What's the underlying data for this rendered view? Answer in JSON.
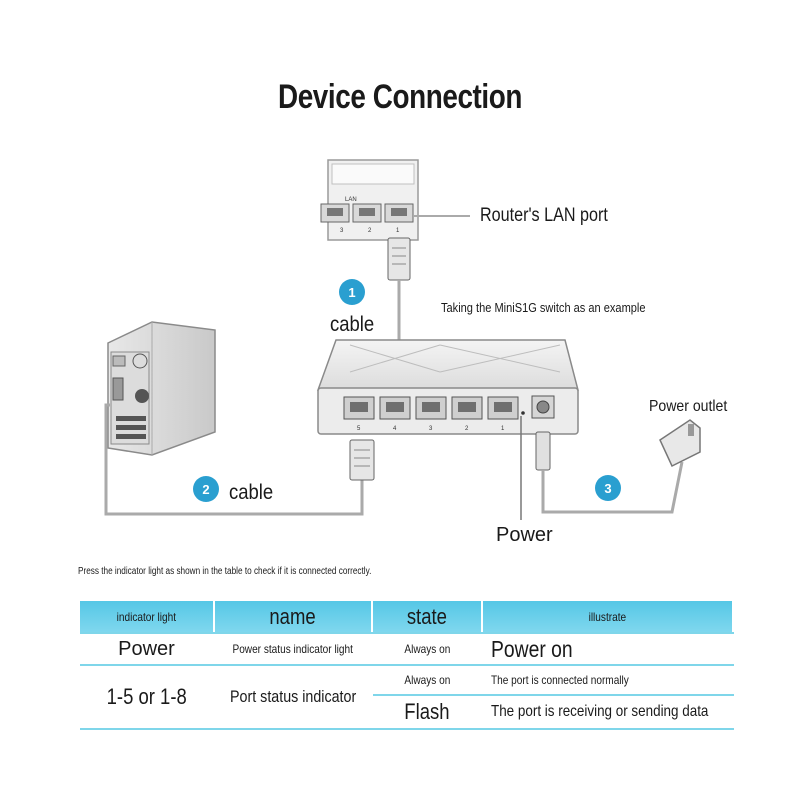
{
  "title": "Device Connection",
  "diagram": {
    "router_port_label": "Router's LAN port",
    "example_note": "Taking the MiniS1G switch as an example",
    "cable_label_1": "cable",
    "cable_label_2": "cable",
    "power_outlet_label": "Power outlet",
    "power_label": "Power",
    "steps": [
      "1",
      "2",
      "3"
    ],
    "router_panel_text": "LAN",
    "router_port_numbers": [
      "3",
      "2",
      "1"
    ],
    "switch_port_numbers": [
      "5",
      "4",
      "3",
      "2",
      "1"
    ],
    "accent_color": "#2a9fd0"
  },
  "instruction": "Press the indicator light as shown in the table to check if it is connected correctly.",
  "table": {
    "headers": [
      "indicator light",
      "name",
      "state",
      "illustrate"
    ],
    "power_row": {
      "indicator": "Power",
      "name": "Power status indicator light",
      "state": "Always on",
      "illustrate": "Power on"
    },
    "port_rows": {
      "indicator": "1-5 or 1-8",
      "name": "Port status indicator",
      "state_1": "Always on",
      "illustrate_1": "The port is connected normally",
      "state_2": "Flash",
      "illustrate_2": "The port is receiving or sending data"
    }
  }
}
